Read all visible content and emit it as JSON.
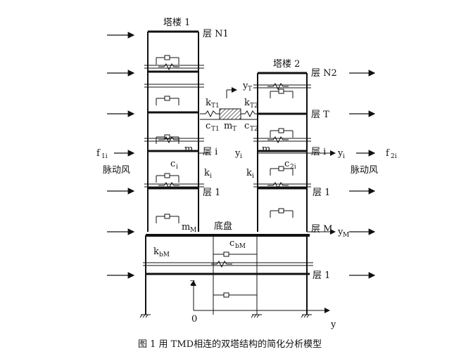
{
  "tower_labels": {
    "tower1": "塔楼 1",
    "tower2": "塔楼 2"
  },
  "floor_labels": {
    "t1_top": "层 N1",
    "t1_i": "层 i",
    "t1_1": "层 1",
    "t2_top": "层 N2",
    "t2_T": "层 T",
    "t2_i": "层 i",
    "t2_1": "层 1",
    "base_M": "层 M",
    "base_1": "层 1"
  },
  "symbols": {
    "k": "k",
    "c": "c",
    "m": "m",
    "y": "y",
    "f": "f",
    "z": "z",
    "sub_T1": "T1",
    "sub_T2": "T2",
    "sub_T": "T",
    "sub_i": "i",
    "sub_1i": "1i",
    "sub_2i": "2i",
    "sub_M": "M",
    "sub_bM": "bM",
    "sub_T2_y": "T"
  },
  "wind_labels": {
    "left": "脉动风",
    "right": "脉动风"
  },
  "base_label": "底盘",
  "origin_label": "0",
  "caption": "图 1 用 TMD相连的双塔结构的简化分析模型"
}
